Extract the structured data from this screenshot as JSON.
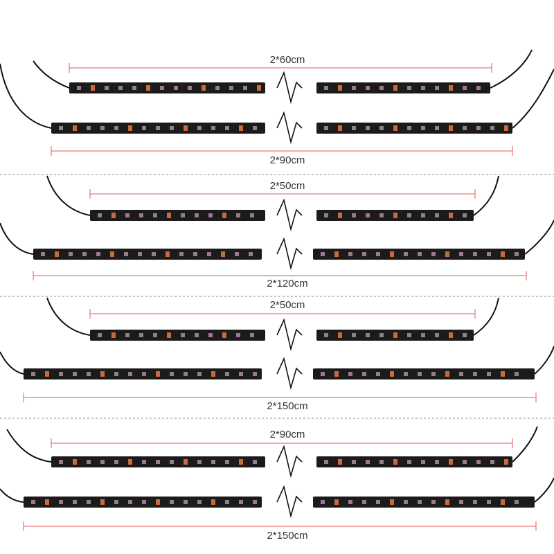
{
  "colors": {
    "dimension_line": "#e25a5a",
    "strip_body": "#1b1b1b",
    "cable": "#111111",
    "led_dot": "#9a7a8c",
    "led_resistor": "#c86a3a",
    "divider": "#888888",
    "label_text": "#333333"
  },
  "groups": [
    {
      "name": "group-1",
      "top_label": "2*60cm",
      "bottom_label": "2*90cm"
    },
    {
      "name": "group-2",
      "top_label": "2*50cm",
      "bottom_label": "2*120cm"
    },
    {
      "name": "group-3",
      "top_label": "2*50cm",
      "bottom_label": "2*150cm"
    },
    {
      "name": "group-4",
      "top_label": "2*90cm",
      "bottom_label": "2*150cm"
    }
  ]
}
